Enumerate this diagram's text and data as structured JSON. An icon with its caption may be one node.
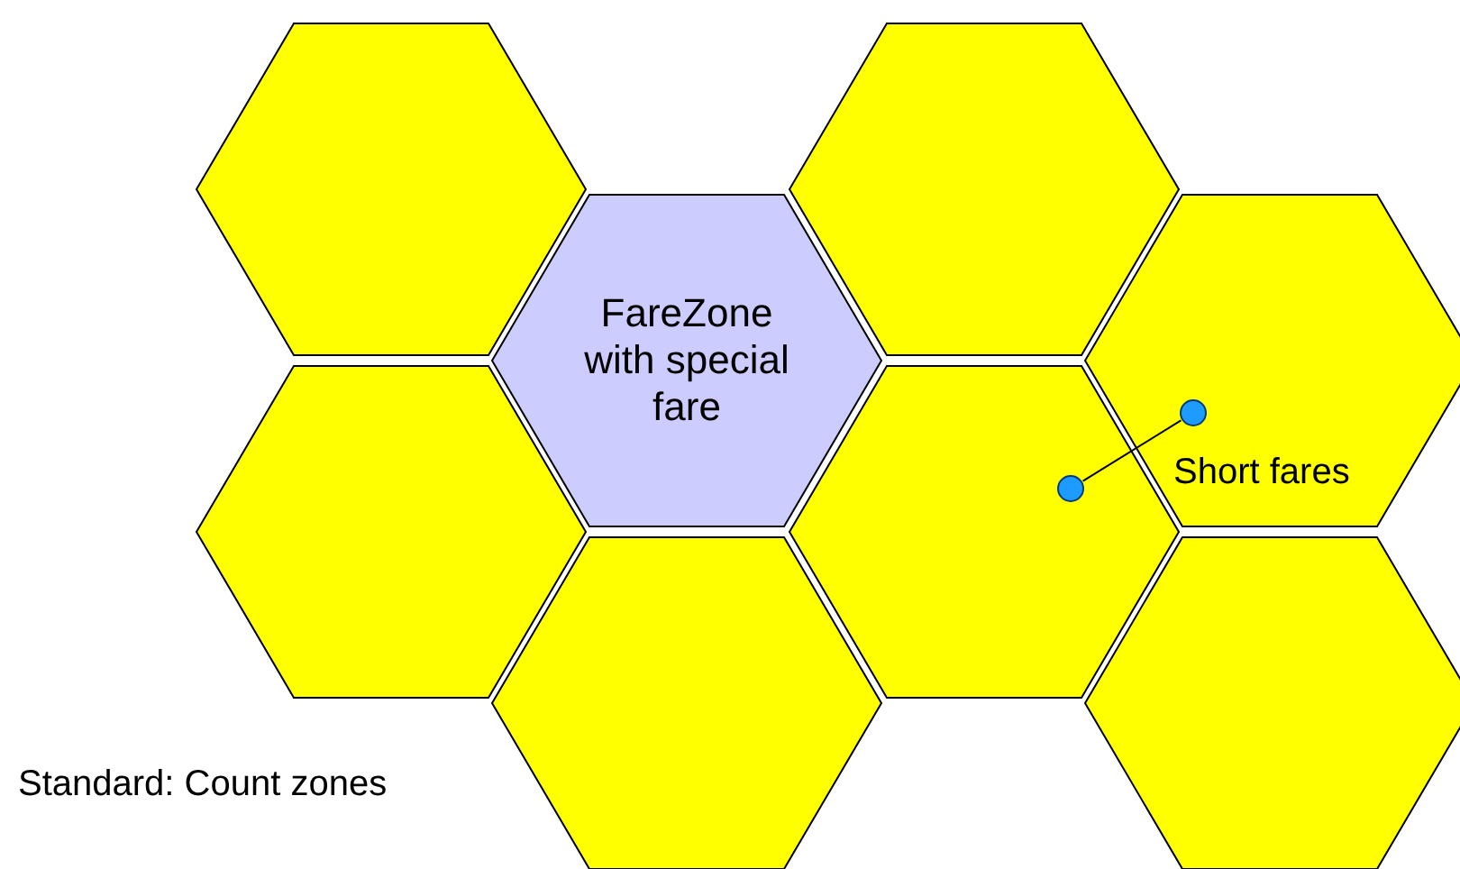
{
  "diagram": {
    "nodes": [
      {
        "text": [],
        "shape": "hexagon"
      },
      {
        "text": [],
        "shape": "hexagon"
      },
      {
        "text": [
          "FareZone with special fare"
        ]
      },
      {
        "text": [],
        "shape": "hexagon"
      },
      {
        "text": [],
        "shape": "hexagon"
      },
      {
        "text": [],
        "shape": "hexagon"
      },
      {
        "text": [],
        "shape": "hexagon"
      },
      {
        "text": [],
        "shape": "hexagon"
      },
      {
        "text": [],
        "shape": "circle",
        "in": 5
      },
      {
        "text": [],
        "shape": "circle",
        "in": 3
      }
    ],
    "edges": [
      {
        "from": 8,
        "to": 9,
        "arrow": "none"
      }
    ],
    "labels": [
      "Short fares",
      "Standard: Count zones"
    ]
  }
}
